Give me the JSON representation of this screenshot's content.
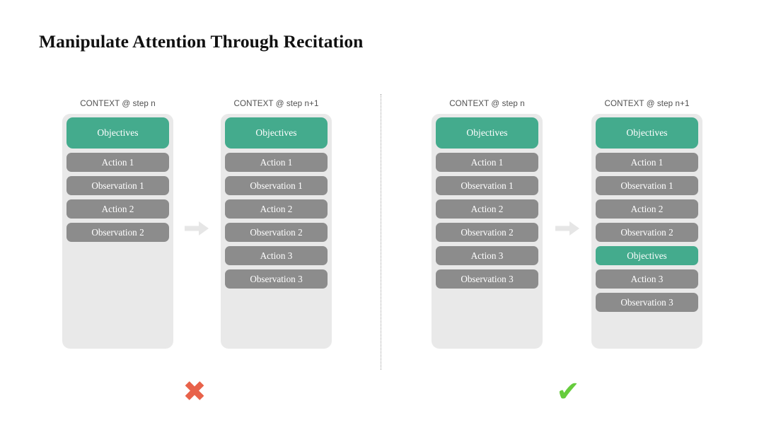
{
  "title": "Manipulate Attention Through Recitation",
  "divider": {
    "style": "dotted-vertical"
  },
  "colors": {
    "objective_green": "#44ab8d",
    "entry_gray": "#8c8c8c",
    "panel_background": "#e9e9e9",
    "cross_red": "#e8624a",
    "check_green": "#66cc3d",
    "arrow_gray": "#e6e6e6",
    "header_text": "#4f4f4f",
    "title_text": "#111111"
  },
  "examples": [
    {
      "id": "without-recitation",
      "verdict": "✖",
      "verdict_kind": "cross",
      "columns": [
        {
          "header": "CONTEXT @ step n",
          "items": [
            {
              "label": "Objectives",
              "kind": "objective",
              "size": "tall"
            },
            {
              "label": "Action 1",
              "kind": "entry",
              "size": "normal"
            },
            {
              "label": "Observation 1",
              "kind": "entry",
              "size": "normal"
            },
            {
              "label": "Action 2",
              "kind": "entry",
              "size": "normal"
            },
            {
              "label": "Observation 2",
              "kind": "entry",
              "size": "normal"
            }
          ]
        },
        {
          "header": "CONTEXT @ step n+1",
          "items": [
            {
              "label": "Objectives",
              "kind": "objective",
              "size": "tall"
            },
            {
              "label": "Action 1",
              "kind": "entry",
              "size": "normal"
            },
            {
              "label": "Observation 1",
              "kind": "entry",
              "size": "normal"
            },
            {
              "label": "Action 2",
              "kind": "entry",
              "size": "normal"
            },
            {
              "label": "Observation 2",
              "kind": "entry",
              "size": "normal"
            },
            {
              "label": "Action 3",
              "kind": "entry",
              "size": "normal"
            },
            {
              "label": "Observation 3",
              "kind": "entry",
              "size": "normal"
            }
          ]
        }
      ],
      "arrow": "arrow-right-icon"
    },
    {
      "id": "with-recitation",
      "verdict": "✔",
      "verdict_kind": "check",
      "columns": [
        {
          "header": "CONTEXT @ step n",
          "items": [
            {
              "label": "Objectives",
              "kind": "objective",
              "size": "tall"
            },
            {
              "label": "Action 1",
              "kind": "entry",
              "size": "normal"
            },
            {
              "label": "Observation 1",
              "kind": "entry",
              "size": "normal"
            },
            {
              "label": "Action 2",
              "kind": "entry",
              "size": "normal"
            },
            {
              "label": "Observation 2",
              "kind": "entry",
              "size": "normal"
            },
            {
              "label": "Action 3",
              "kind": "entry",
              "size": "normal"
            },
            {
              "label": "Observation 3",
              "kind": "entry",
              "size": "normal"
            }
          ]
        },
        {
          "header": "CONTEXT @ step n+1",
          "items": [
            {
              "label": "Objectives",
              "kind": "objective",
              "size": "tall"
            },
            {
              "label": "Action 1",
              "kind": "entry",
              "size": "normal"
            },
            {
              "label": "Observation 1",
              "kind": "entry",
              "size": "normal"
            },
            {
              "label": "Action 2",
              "kind": "entry",
              "size": "normal"
            },
            {
              "label": "Observation 2",
              "kind": "entry",
              "size": "normal"
            },
            {
              "label": "Objectives",
              "kind": "objective",
              "size": "normal"
            },
            {
              "label": "Action 3",
              "kind": "entry",
              "size": "normal"
            },
            {
              "label": "Observation 3",
              "kind": "entry",
              "size": "normal"
            }
          ]
        }
      ],
      "arrow": "arrow-right-icon"
    }
  ]
}
